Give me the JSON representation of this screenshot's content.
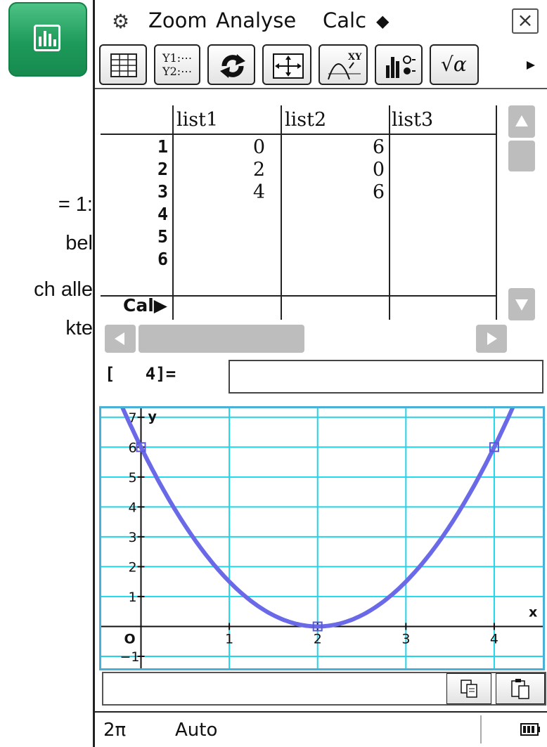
{
  "side_text": [
    "= 1:",
    "bel",
    "ch alle",
    "kte"
  ],
  "menu": {
    "items": [
      "Zoom",
      "Analyse",
      "Calc"
    ],
    "diamond": "◆",
    "close": "×"
  },
  "toolbar": {
    "y_labels": [
      "Y1:⋯",
      "Y2:⋯"
    ],
    "sqrt_label": "√α"
  },
  "spreadsheet": {
    "columns": [
      "list1",
      "list2",
      "list3"
    ],
    "rows": [
      {
        "n": "1",
        "list1": "0",
        "list2": "6",
        "list3": ""
      },
      {
        "n": "2",
        "list1": "2",
        "list2": "0",
        "list3": ""
      },
      {
        "n": "3",
        "list1": "4",
        "list2": "6",
        "list3": ""
      },
      {
        "n": "4",
        "list1": "",
        "list2": "",
        "list3": ""
      },
      {
        "n": "5",
        "list1": "",
        "list2": "",
        "list3": ""
      },
      {
        "n": "6",
        "list1": "",
        "list2": "",
        "list3": ""
      }
    ],
    "calc_row_label": "Cal▶"
  },
  "entry": {
    "label": "[   4]=",
    "value": ""
  },
  "graph": {
    "x_axis_label": "x",
    "y_axis_label": "y",
    "origin_label": "O",
    "x_ticks": [
      "1",
      "2",
      "3",
      "4"
    ],
    "y_ticks": [
      "7",
      "6",
      "5",
      "4",
      "3",
      "2",
      "1",
      "−1"
    ],
    "xlim": [
      -0.45,
      4.55
    ],
    "ylim": [
      -1.4,
      7.3
    ],
    "points": [
      [
        0,
        6
      ],
      [
        2,
        0
      ],
      [
        4,
        6
      ]
    ],
    "curve": "1.5*(x-2)^2",
    "colors": {
      "curve": "#6a6ae8",
      "grid": "#22d4e8",
      "frame": "#49b1d8"
    }
  },
  "status": {
    "angle": "2π",
    "mode": "Auto"
  }
}
